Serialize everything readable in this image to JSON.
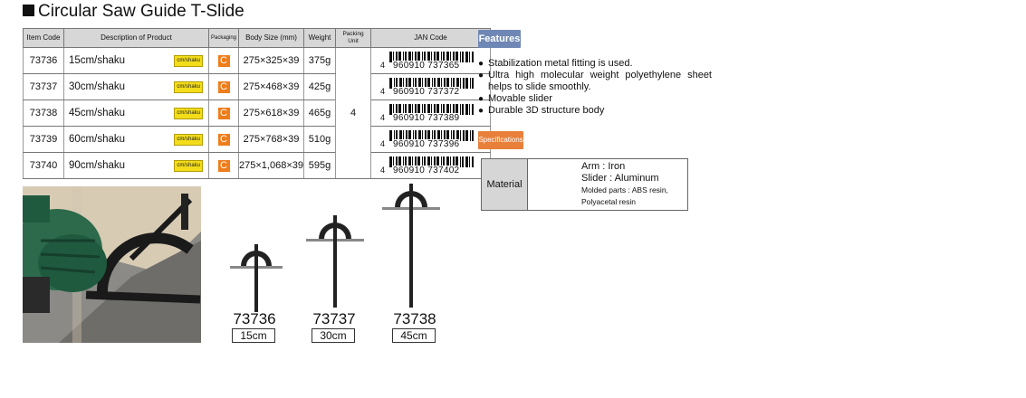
{
  "title": "Circular Saw Guide T-Slide",
  "table": {
    "headers": {
      "item_code": "Item Code",
      "description": "Description of Product",
      "packaging": "Packaging",
      "body_size": "Body Size (mm)",
      "weight": "Weight",
      "packing_unit": "Packing Unit",
      "jan_code": "JAN Code"
    },
    "packing_unit_value": "4",
    "rows": [
      {
        "code": "73736",
        "desc": "15cm/shaku",
        "tag": "cm/shaku",
        "pack": "C",
        "size": "275×325×39",
        "weight": "375g",
        "jan_first": "4",
        "jan_rest": "960910 737365"
      },
      {
        "code": "73737",
        "desc": "30cm/shaku",
        "tag": "cm/shaku",
        "pack": "C",
        "size": "275×468×39",
        "weight": "425g",
        "jan_first": "4",
        "jan_rest": "960910 737372"
      },
      {
        "code": "73738",
        "desc": "45cm/shaku",
        "tag": "cm/shaku",
        "pack": "C",
        "size": "275×618×39",
        "weight": "465g",
        "jan_first": "4",
        "jan_rest": "960910 737389"
      },
      {
        "code": "73739",
        "desc": "60cm/shaku",
        "tag": "cm/shaku",
        "pack": "C",
        "size": "275×768×39",
        "weight": "510g",
        "jan_first": "4",
        "jan_rest": "960910 737396"
      },
      {
        "code": "73740",
        "desc": "90cm/shaku",
        "tag": "cm/shaku",
        "pack": "C",
        "size": "275×1,068×39",
        "weight": "595g",
        "jan_first": "4",
        "jan_rest": "960910 737402"
      }
    ]
  },
  "models": [
    {
      "code": "73736",
      "length": "15cm"
    },
    {
      "code": "73737",
      "length": "30cm"
    },
    {
      "code": "73738",
      "length": "45cm"
    }
  ],
  "features": {
    "badge": "Features",
    "items": [
      "Stabilization metal fitting is used.",
      "Ultra high molecular weight polyethylene sheet helps to slide smoothly.",
      "Movable slider",
      "Durable 3D structure body"
    ]
  },
  "specifications": {
    "badge": "Specifications",
    "label": "Material",
    "lines": [
      "Arm : Iron",
      "Slider : Aluminum"
    ],
    "note": "Molded parts : ABS resin, Polyacetal resin"
  },
  "colors": {
    "packaging_badge": "#ee7d1b",
    "features_badge": "#6f87b4",
    "spec_badge": "#e8803a",
    "tag": "#f3dd1a"
  }
}
